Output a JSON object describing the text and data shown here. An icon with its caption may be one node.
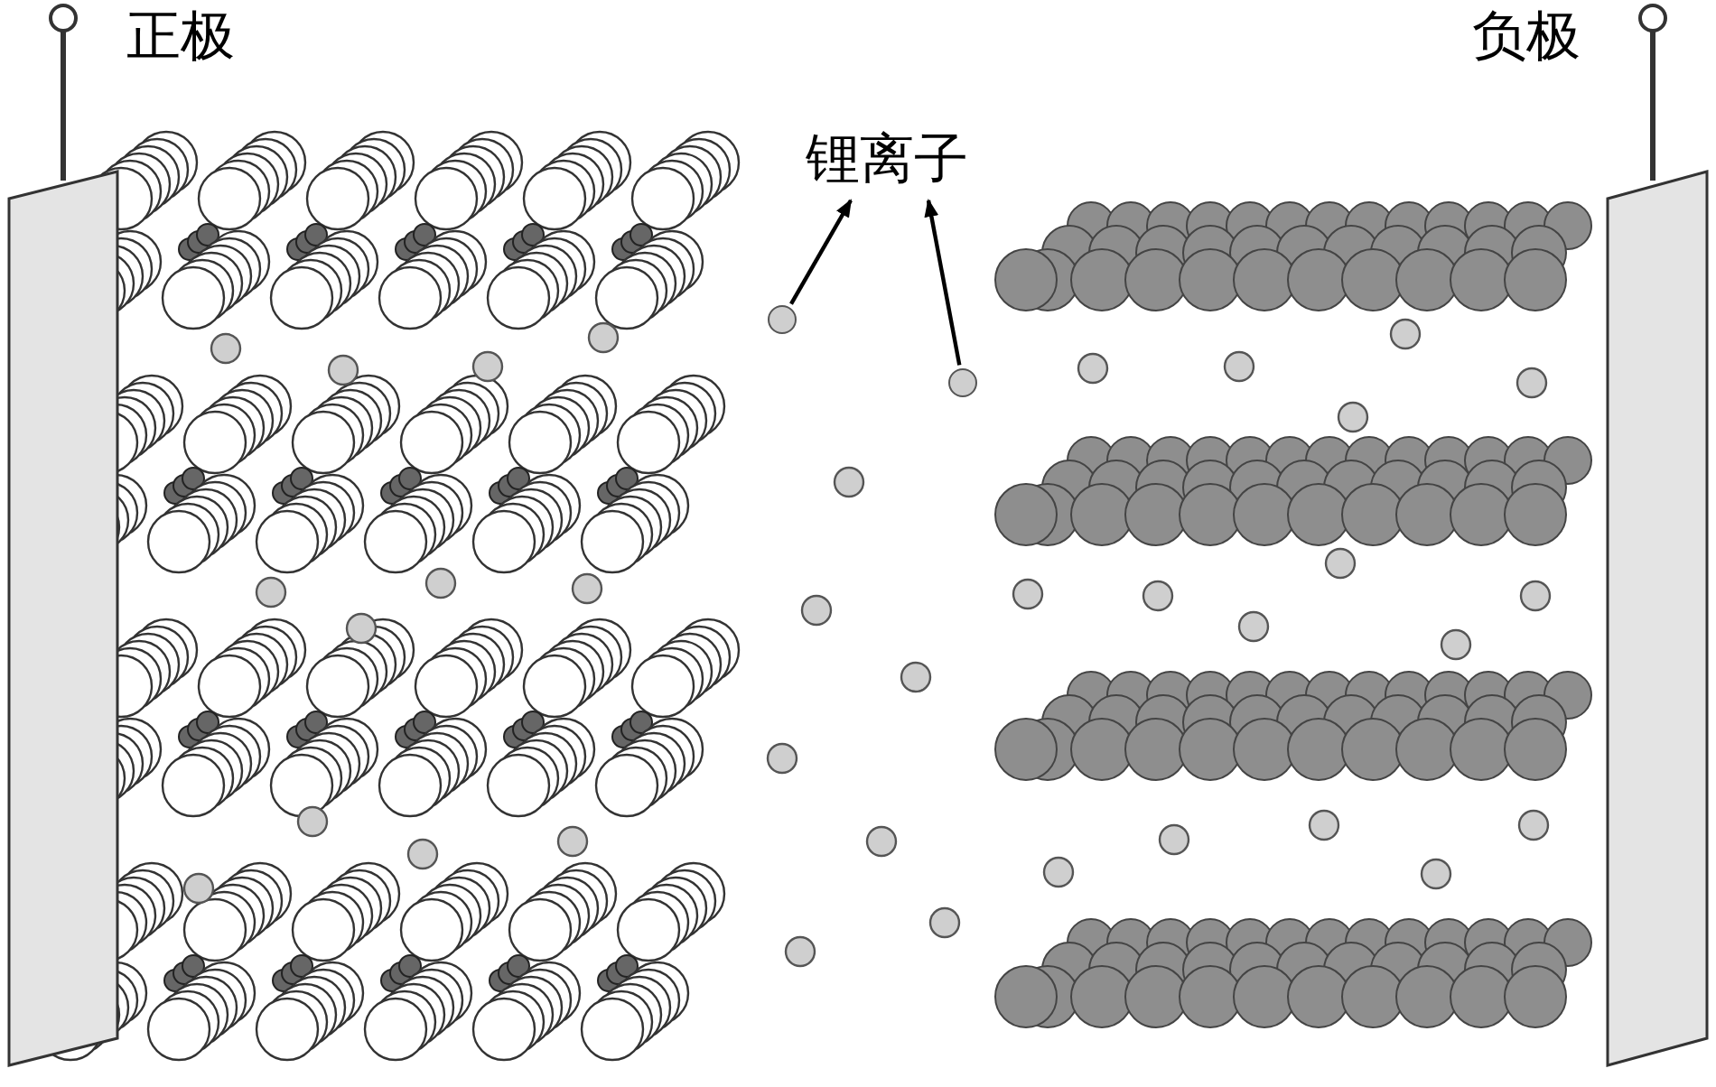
{
  "diagram": {
    "nodes": [
      {
        "text": [
          "锂离子"
        ]
      },
      {
        "text": [],
        "shape": "circle"
      },
      {
        "text": [],
        "shape": "circle"
      }
    ],
    "edges": [
      {
        "from": 1,
        "to": 0,
        "arrow": "to"
      },
      {
        "from": 2,
        "to": 0,
        "arrow": "to"
      }
    ],
    "labels": [
      "正极",
      "负极"
    ]
  }
}
